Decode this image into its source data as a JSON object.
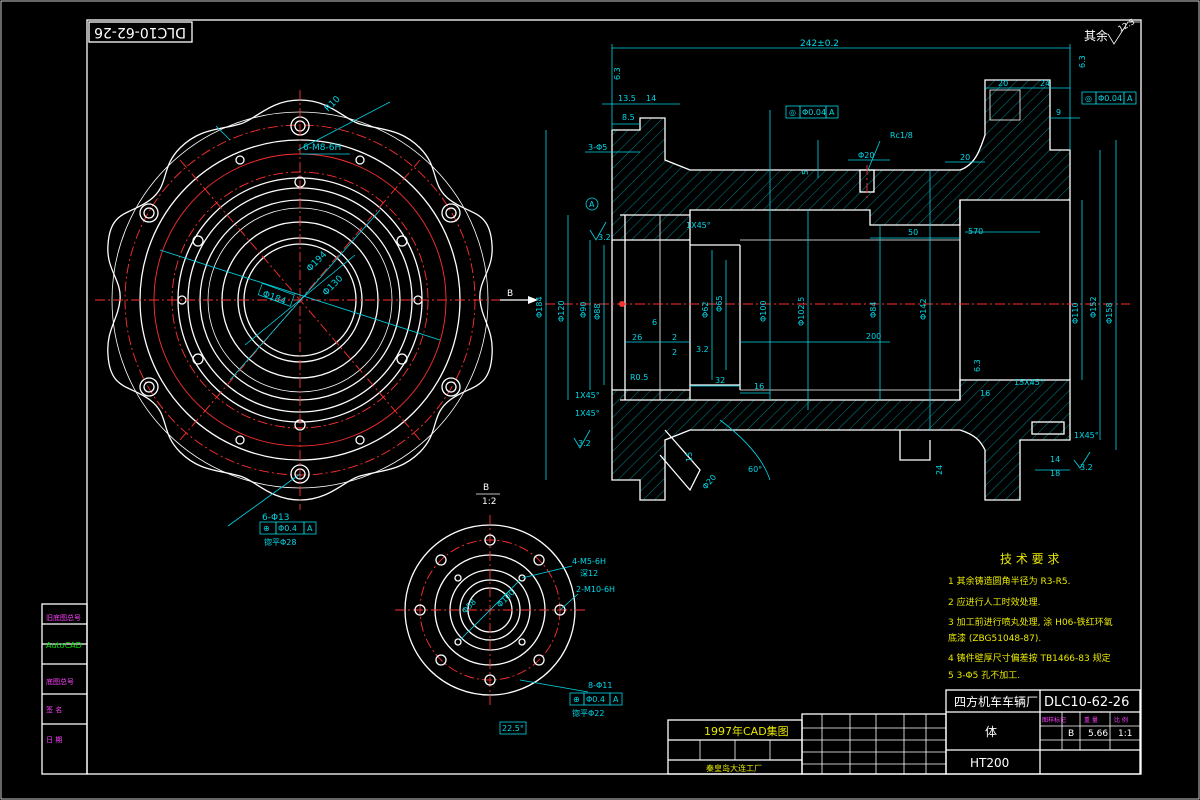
{
  "drawing_number_top": "DLC10-62-26",
  "general_roughness": "其余",
  "general_roughness_value": "12.5",
  "dims": {
    "overall_length": "242±0.2",
    "d13_5": "13.5",
    "d14": "14",
    "d8_5": "8.5",
    "holes_3": "3-Φ5",
    "d20a": "20",
    "d24a": "24",
    "d9": "9",
    "d20b": "20",
    "d5": "5",
    "rc": "Rc1/8",
    "phi20": "Φ20",
    "d50": "50",
    "bore_570": "570",
    "chamfer_1": "1X45°",
    "d26": "26",
    "d6": "6",
    "d2a": "2",
    "d2b": "2",
    "r05": "R0.5",
    "d32": "32",
    "d16a": "16",
    "len_200": "200",
    "chamfer_2": "1X45°",
    "chamfer_3": "1X45°",
    "chamfer_15": "15X45°",
    "d16b": "16",
    "chamfer_4": "1X45°",
    "d18": "18",
    "d14b": "14",
    "d15": "15",
    "phi20b": "Φ20",
    "d60": "60°",
    "d24b": "24",
    "phi184": "Φ184",
    "phi120": "Φ120",
    "phi90": "Φ90",
    "phi88": "Φ88",
    "phi62": "Φ62",
    "phi65": "Φ65",
    "phi100": "Φ100",
    "phi102_5": "Φ102.5",
    "phi84": "Φ84",
    "phi142": "Φ142",
    "phi110": "Φ110",
    "phi152": "Φ152",
    "phi158": "Φ158",
    "rough_32": "3.2",
    "rough_63": "6.3",
    "tol_a1": "Φ0.04",
    "tol_a2": "Φ0.04",
    "datum": "A"
  },
  "front_view": {
    "holes_label": "6-M8-6H",
    "phi_a": "Φ194",
    "phi_b": "Φ130",
    "phi_c": "Φ184",
    "r10": "R10",
    "bolt_label": "6-Φ13",
    "bolt_tol": "Φ0.4",
    "bolt_datum": "A",
    "cbore": "锪平Φ28",
    "arrow_b": "B"
  },
  "view_b": {
    "title": "B",
    "scale": "1:2",
    "holes_m5": "4-M5-6H",
    "depth_12": "深12",
    "holes_m10": "2-M10-6H",
    "phi58": "Φ58",
    "phi100": "Φ100",
    "holes_11": "8-Φ11",
    "tol_11": "Φ0.4",
    "datum_11": "A",
    "cbore_22": "锪平Φ22",
    "angle": "22.5°"
  },
  "notes": {
    "title": "技 术 要 求",
    "items": [
      "1  其余铸造圆角半径为  R3-R5.",
      "2  应进行人工时效处理.",
      "3  加工前进行喷丸处理, 涂   H06-铁红环氧",
      "   底漆 (ZBG51048-87).",
      "4  铸件壁厚尺寸偏差按   TB1466-83 规定",
      "5  3-Φ5 孔不加工."
    ]
  },
  "title_block": {
    "company": "四方机车车辆厂",
    "drawing_no": "DLC10-62-26",
    "part_name": "体",
    "material": "HT200",
    "stage": "B",
    "weight": "5.66",
    "scale": "1:1",
    "col_stage": "图样标记",
    "col_weight": "重 量",
    "col_scale": "比 例",
    "banner": "1997年CAD集图",
    "maker": "秦皇岛大连工厂",
    "side_labels": [
      "旧底图总号",
      "AutoCAD",
      "底图总号",
      "签  名",
      "日  期"
    ]
  }
}
